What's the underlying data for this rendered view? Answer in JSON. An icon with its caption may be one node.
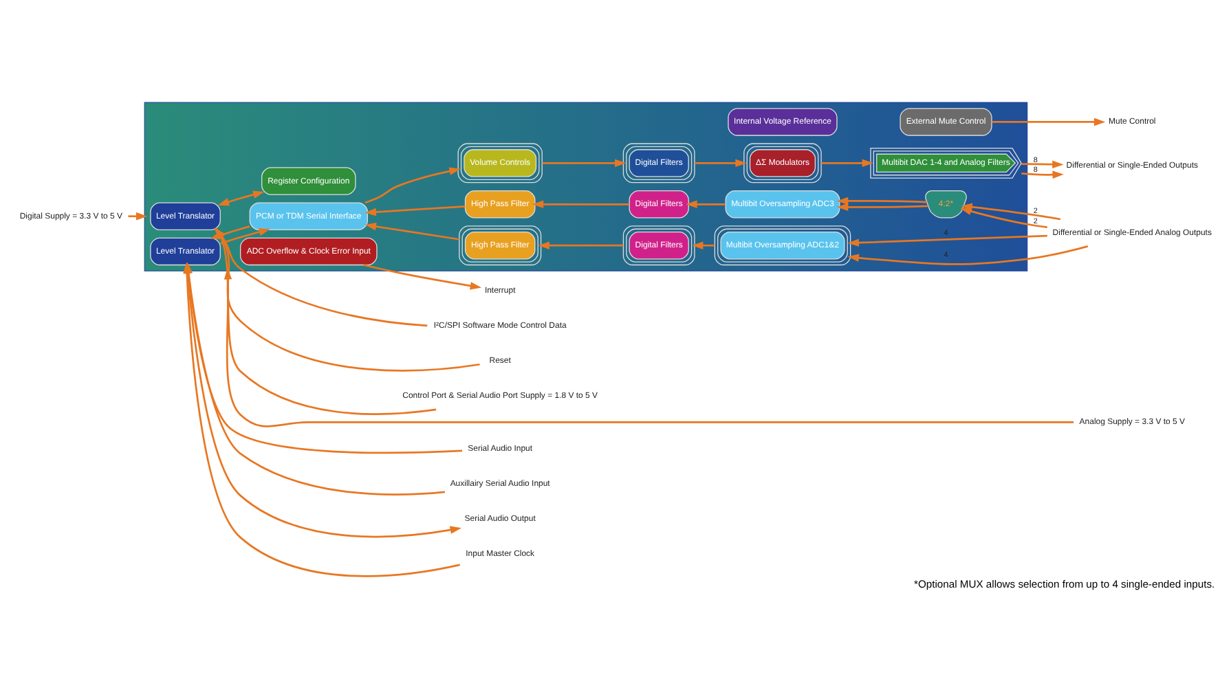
{
  "diagram": {
    "caption": "*Optional MUX allows selection from up to 4 single-ended inputs.",
    "nodes": [
      {
        "text": [],
        "shape": "box"
      },
      {
        "text": [
          "Control Port & Serial Audio Port Supply = 1.8 V to 5 V"
        ]
      },
      {
        "text": [
          "Digital Supply = 3.3 V to 5 V"
        ]
      },
      {
        "text": [
          "Analog Supply = 3.3 V to 5 V"
        ]
      },
      {
        "text": [
          "I²C/SPI Software Mode Control Data"
        ]
      },
      {
        "text": [
          "Interrupt"
        ]
      },
      {
        "text": [
          "Reset"
        ]
      },
      {
        "text": [
          "Level Translator"
        ],
        "in": 0
      },
      {
        "text": [
          "Register Configuration"
        ],
        "in": 0
      },
      {
        "text": [
          "ADC Overflow & Clock Error Input"
        ],
        "in": 0
      },
      {
        "text": [
          "Internal Voltage Reference"
        ],
        "in": 0
      },
      {
        "text": [
          "External Mute Control"
        ],
        "in": 0
      },
      {
        "text": [
          "Mute Control"
        ]
      },
      {
        "text": [
          "Serial Audio Input"
        ]
      },
      {
        "text": [
          "Auxillairy Serial Audio Input"
        ]
      },
      {
        "text": [
          "Input Master Clock"
        ]
      },
      {
        "text": [
          "Serial Audio Output"
        ]
      },
      {
        "text": [
          "Level Translator"
        ],
        "in": 0
      },
      {
        "text": [
          "PCM or TDM Serial Interface"
        ],
        "in": 0
      },
      {
        "text": [
          "Volume Controls"
        ],
        "in": 0
      },
      {
        "text": [
          "Digital Filters"
        ],
        "in": 0
      },
      {
        "text": [
          "ΔΣ Modulators"
        ],
        "in": 0
      },
      {
        "text": [
          "Multibit DAC 1-4 and Analog Filters"
        ],
        "in": 0
      },
      {
        "text": [
          "Differential or Single-Ended Outputs"
        ]
      },
      {
        "text": [
          "High Pass Filter"
        ],
        "in": 0
      },
      {
        "text": [
          "Digital Filters"
        ],
        "in": 0
      },
      {
        "text": [
          "Multibit Oversampling ADC1&2"
        ],
        "in": 0
      },
      {
        "text": [
          "High Pass Filter"
        ],
        "in": 0
      },
      {
        "text": [
          "Digital Filters"
        ],
        "in": 0
      },
      {
        "text": [
          "Multibit Oversampling ADC3"
        ],
        "in": 0
      },
      {
        "text": [
          "4:2*"
        ],
        "in": 0
      },
      {
        "text": [
          "Differential or Single-Ended Analog Outputs"
        ]
      }
    ],
    "edges": [
      {
        "from": 1,
        "to": 7,
        "arrow": "to"
      },
      {
        "from": 2,
        "to": 0,
        "arrow": "to"
      },
      {
        "from": 3,
        "to": 0,
        "arrow": "to"
      },
      {
        "from": 4,
        "to": 7,
        "arrow": "to"
      },
      {
        "from": 7,
        "to": 8,
        "arrow": "both"
      },
      {
        "from": 9,
        "to": 5,
        "arrow": "to"
      },
      {
        "from": 6,
        "to": 7,
        "arrow": "to"
      },
      {
        "from": 11,
        "to": 12,
        "arrow": "to"
      },
      {
        "from": 13,
        "to": 17,
        "arrow": "to"
      },
      {
        "from": 14,
        "to": 17,
        "arrow": "to"
      },
      {
        "from": 15,
        "to": 17,
        "arrow": "to"
      },
      {
        "from": 17,
        "to": 18,
        "arrow": "to"
      },
      {
        "from": 18,
        "to": 19,
        "arrow": "to"
      },
      {
        "from": 19,
        "to": 20,
        "arrow": "to"
      },
      {
        "from": 20,
        "to": 21,
        "arrow": "to"
      },
      {
        "from": 21,
        "to": 22,
        "arrow": "to"
      },
      {
        "from": 22,
        "to": 23,
        "arrow": "to",
        "label": "8"
      },
      {
        "from": 22,
        "to": 23,
        "arrow": "to",
        "label": "8"
      },
      {
        "from": 31,
        "to": 26,
        "arrow": "to",
        "label": "4"
      },
      {
        "from": 31,
        "to": 26,
        "arrow": "to",
        "label": "4"
      },
      {
        "from": 26,
        "to": 25,
        "arrow": "to"
      },
      {
        "from": 25,
        "to": 24,
        "arrow": "to"
      },
      {
        "from": 24,
        "to": 18,
        "arrow": "to"
      },
      {
        "from": 31,
        "to": 30,
        "arrow": "to",
        "label": "2"
      },
      {
        "from": 31,
        "to": 30,
        "arrow": "to",
        "label": "2"
      },
      {
        "from": 30,
        "to": 29,
        "arrow": "to"
      },
      {
        "from": 30,
        "to": 29,
        "arrow": "to"
      },
      {
        "from": 29,
        "to": 28,
        "arrow": "to"
      },
      {
        "from": 28,
        "to": 27,
        "arrow": "to"
      },
      {
        "from": 27,
        "to": 18,
        "arrow": "to"
      },
      {
        "from": 18,
        "to": 17,
        "arrow": "to"
      },
      {
        "from": 17,
        "to": 16,
        "arrow": "to"
      }
    ]
  }
}
